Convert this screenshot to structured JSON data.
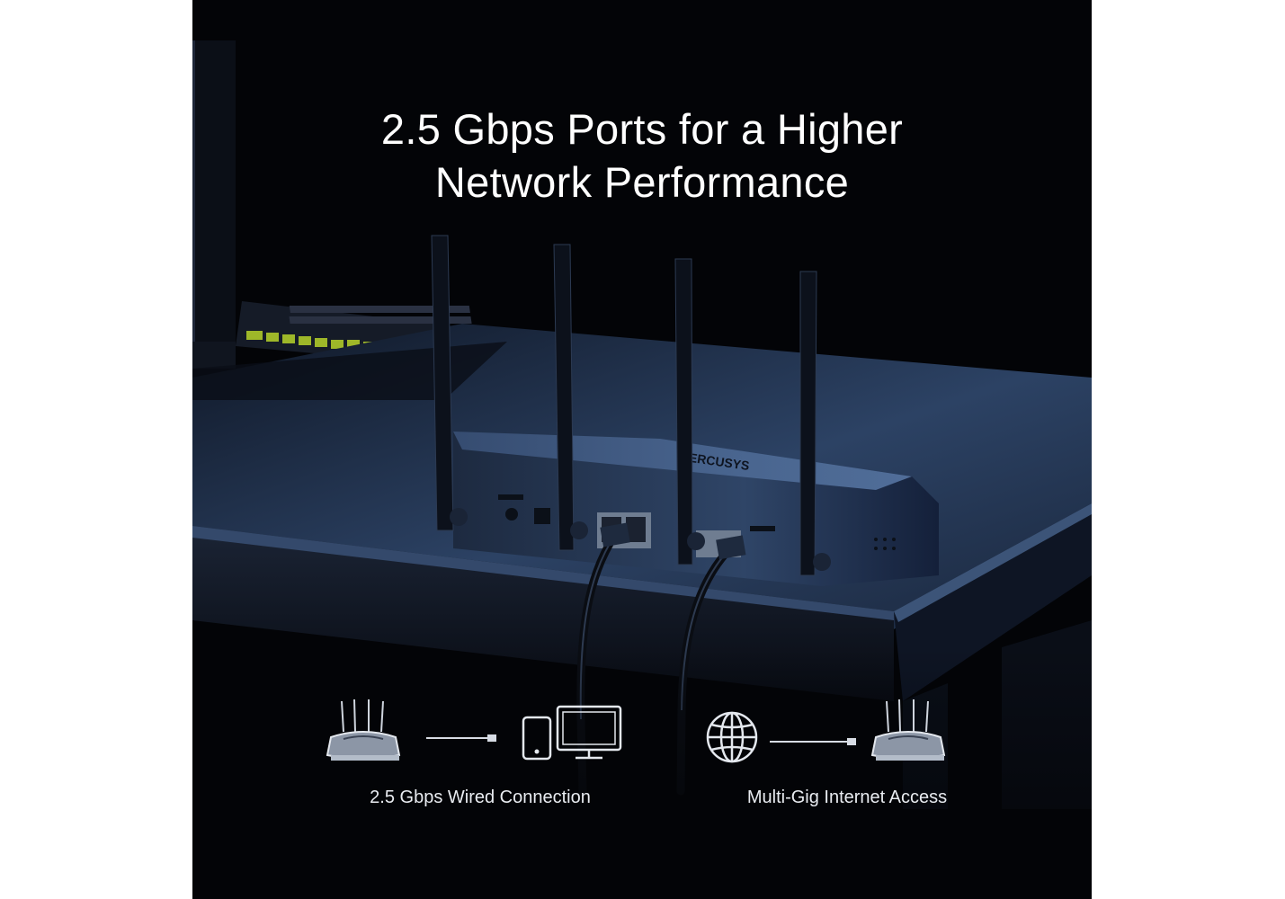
{
  "headline": {
    "line1": "2.5 Gbps Ports for a Higher",
    "line2": "Network Performance"
  },
  "features": [
    {
      "caption": "2.5 Gbps Wired Connection",
      "icons": [
        "router-icon",
        "cable-icon",
        "smartphone-icon",
        "desktop-monitor-icon"
      ]
    },
    {
      "caption": "Multi-Gig Internet Access",
      "icons": [
        "globe-icon",
        "cable-icon",
        "router-icon"
      ]
    }
  ],
  "product_brand_mark": "MERCUSYS",
  "colors": {
    "background": "#030407",
    "text": "#ffffff",
    "desk_blue": "#2a3d5c",
    "keyboard_accent": "#b7d32a"
  }
}
